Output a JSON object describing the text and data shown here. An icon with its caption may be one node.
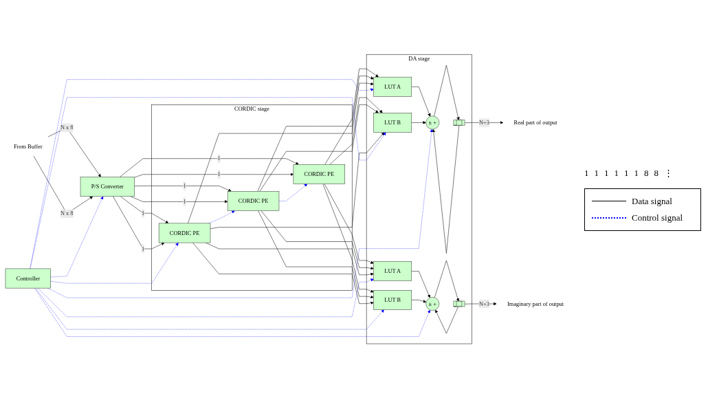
{
  "diagram": {
    "nodes": [
      {
        "text": [
          "From Buffer"
        ]
      },
      {
        "text": [
          "P/S Converter"
        ]
      },
      {
        "text": [
          "CORDIC stage"
        ]
      },
      {
        "text": [
          "CORDIC PE"
        ],
        "in": 2
      },
      {
        "text": [
          "CORDIC PE"
        ],
        "in": 2
      },
      {
        "text": [
          "CORDIC PE"
        ],
        "in": 2
      },
      {
        "text": [
          "DA stage"
        ]
      },
      {
        "text": [
          "LUT A"
        ],
        "in": 6
      },
      {
        "text": [
          "LUT B"
        ],
        "in": 6
      },
      {
        "text": [
          "LUT A"
        ],
        "in": 6
      },
      {
        "text": [
          "LUT B"
        ],
        "in": 6
      },
      {
        "text": [
          "±",
          "+"
        ],
        "in": 6
      },
      {
        "text": [],
        "shape": "bar",
        "in": 6
      },
      {
        "text": [
          "±",
          "+"
        ],
        "in": 6
      },
      {
        "text": [],
        "shape": "bar",
        "in": 6
      },
      {
        "text": [
          "Real part of output"
        ]
      },
      {
        "text": [
          "Imaginary part of output"
        ]
      },
      {
        "text": [
          "Controller"
        ]
      }
    ],
    "edges": [
      {
        "from": 0,
        "to": 1,
        "arrow": "to",
        "label": "N x 8"
      },
      {
        "from": 0,
        "to": 1,
        "arrow": "to",
        "label": "N x 8"
      },
      {
        "from": 1,
        "to": 3,
        "arrow": "to",
        "label": "1"
      },
      {
        "from": 1,
        "to": 3,
        "arrow": "to",
        "label": "1"
      },
      {
        "from": 1,
        "to": 4,
        "arrow": "to",
        "label": "1"
      },
      {
        "from": 1,
        "to": 4,
        "arrow": "to",
        "label": "1"
      },
      {
        "from": 1,
        "to": 5,
        "arrow": "to",
        "label": "1"
      },
      {
        "from": 1,
        "to": 5,
        "arrow": "to",
        "label": "1"
      },
      {
        "from": 3,
        "to": 7,
        "arrow": "to"
      },
      {
        "from": 4,
        "to": 7,
        "arrow": "to"
      },
      {
        "from": 5,
        "to": 7,
        "arrow": "to"
      },
      {
        "from": 3,
        "to": 10,
        "arrow": "to"
      },
      {
        "from": 4,
        "to": 10,
        "arrow": "to"
      },
      {
        "from": 5,
        "to": 10,
        "arrow": "to"
      },
      {
        "from": 3,
        "to": 8,
        "arrow": "to"
      },
      {
        "from": 4,
        "to": 8,
        "arrow": "to"
      },
      {
        "from": 5,
        "to": 8,
        "arrow": "to"
      },
      {
        "from": 3,
        "to": 9,
        "arrow": "to"
      },
      {
        "from": 4,
        "to": 9,
        "arrow": "to"
      },
      {
        "from": 5,
        "to": 9,
        "arrow": "to"
      },
      {
        "from": 7,
        "to": 11,
        "arrow": "to"
      },
      {
        "from": 8,
        "to": 11,
        "arrow": "to"
      },
      {
        "from": 11,
        "to": 12,
        "arrow": "to"
      },
      {
        "from": 12,
        "to": 11,
        "arrow": "to"
      },
      {
        "from": 12,
        "to": 15,
        "arrow": "to",
        "label": "N+3"
      },
      {
        "from": 9,
        "to": 13,
        "arrow": "to"
      },
      {
        "from": 10,
        "to": 13,
        "arrow": "to"
      },
      {
        "from": 13,
        "to": 14,
        "arrow": "to"
      },
      {
        "from": 14,
        "to": 13,
        "arrow": "to"
      },
      {
        "from": 14,
        "to": 16,
        "arrow": "to",
        "label": "N+3"
      },
      {
        "from": 17,
        "to": 1,
        "arrow": "to",
        "style": "dashed",
        "color": "#0000ff"
      },
      {
        "from": 17,
        "to": 5,
        "arrow": "to",
        "style": "dashed",
        "color": "#0000ff"
      },
      {
        "from": 5,
        "to": 4,
        "arrow": "to",
        "style": "dashed",
        "color": "#0000ff"
      },
      {
        "from": 4,
        "to": 3,
        "arrow": "to",
        "style": "dashed",
        "color": "#0000ff"
      },
      {
        "from": 17,
        "to": 7,
        "arrow": "to",
        "style": "dashed",
        "color": "#0000ff"
      },
      {
        "from": 17,
        "to": 8,
        "arrow": "to",
        "style": "dashed",
        "color": "#0000ff"
      },
      {
        "from": 17,
        "to": 9,
        "arrow": "to",
        "style": "dashed",
        "color": "#0000ff"
      },
      {
        "from": 17,
        "to": 10,
        "arrow": "to",
        "style": "dashed",
        "color": "#0000ff"
      },
      {
        "from": 17,
        "to": 11,
        "arrow": "to",
        "style": "dashed",
        "color": "#0000ff"
      },
      {
        "from": 17,
        "to": 13,
        "arrow": "to",
        "style": "dashed",
        "color": "#0000ff"
      }
    ],
    "labels": [
      "1",
      "1",
      "1",
      "1",
      "1",
      "1",
      "8",
      "8",
      "⋮"
    ],
    "legend": [
      {
        "text": "Data signal"
      },
      {
        "text": "Control signal"
      }
    ]
  }
}
